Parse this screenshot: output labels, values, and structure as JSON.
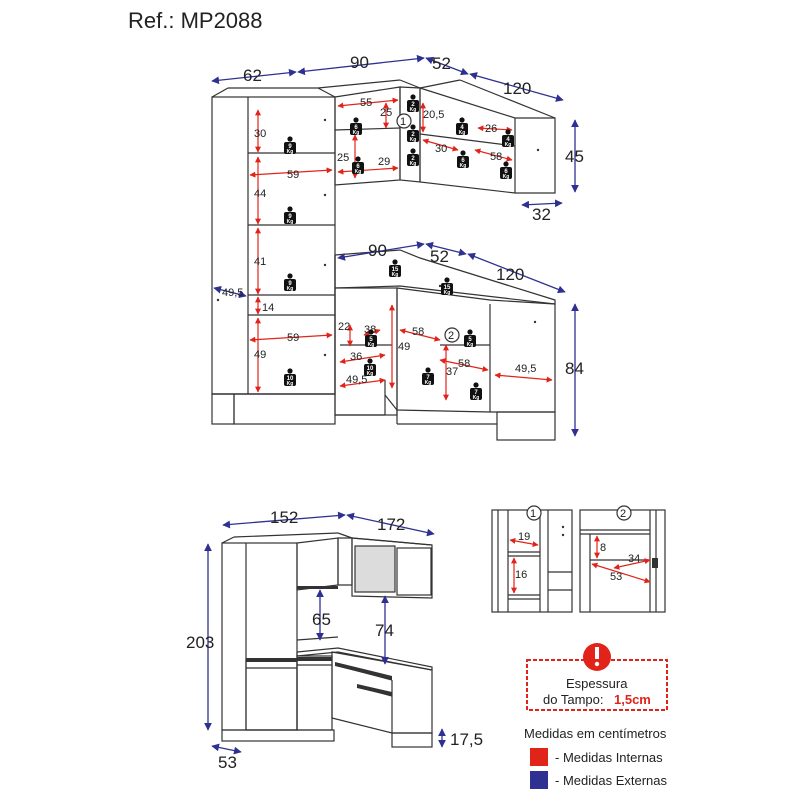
{
  "title": "Ref.: MP2088",
  "colors": {
    "internal": "#e2231a",
    "external": "#2e3192",
    "line": "#333333"
  },
  "top_view": {
    "external": [
      "62",
      "90",
      "52",
      "120",
      "45",
      "32",
      "90",
      "52",
      "120",
      "84",
      "49,5"
    ],
    "internal": [
      "55",
      "25",
      "20,5",
      "26",
      "30",
      "59",
      "44",
      "41",
      "14",
      "59",
      "49",
      "25",
      "29",
      "30",
      "58",
      "22",
      "38",
      "36",
      "49,5",
      "58",
      "49",
      "58",
      "37",
      "49,5"
    ],
    "weights": [
      {
        "value": "9",
        "unit": "Kg"
      },
      {
        "value": "9",
        "unit": "Kg"
      },
      {
        "value": "9",
        "unit": "Kg"
      },
      {
        "value": "10",
        "unit": "Kg"
      },
      {
        "value": "6",
        "unit": "Kg"
      },
      {
        "value": "6",
        "unit": "Kg"
      },
      {
        "value": "2",
        "unit": "Kg"
      },
      {
        "value": "2",
        "unit": "Kg"
      },
      {
        "value": "2",
        "unit": "Kg"
      },
      {
        "value": "4",
        "unit": "Kg"
      },
      {
        "value": "4",
        "unit": "Kg"
      },
      {
        "value": "6",
        "unit": "Kg"
      },
      {
        "value": "6",
        "unit": "Kg"
      },
      {
        "value": "15",
        "unit": "Kg"
      },
      {
        "value": "15",
        "unit": "Kg"
      },
      {
        "value": "5",
        "unit": "Kg"
      },
      {
        "value": "10",
        "unit": "Kg"
      },
      {
        "value": "7",
        "unit": "Kg"
      },
      {
        "value": "7",
        "unit": "Kg"
      },
      {
        "value": "5",
        "unit": "Kg"
      }
    ],
    "callouts": [
      "1",
      "2"
    ]
  },
  "bottom_view": {
    "external": [
      "152",
      "172",
      "203",
      "65",
      "74",
      "17,5",
      "53"
    ]
  },
  "detail_1": {
    "label": "1",
    "dims": [
      "19",
      "16"
    ]
  },
  "detail_2": {
    "label": "2",
    "dims": [
      "8",
      "34",
      "53"
    ]
  },
  "warning": {
    "line1": "Espessura",
    "line2": "do Tampo:",
    "value": "1,5cm"
  },
  "legend": {
    "title": "Medidas em centímetros",
    "internal": "- Medidas Internas",
    "external": "- Medidas Externas"
  }
}
